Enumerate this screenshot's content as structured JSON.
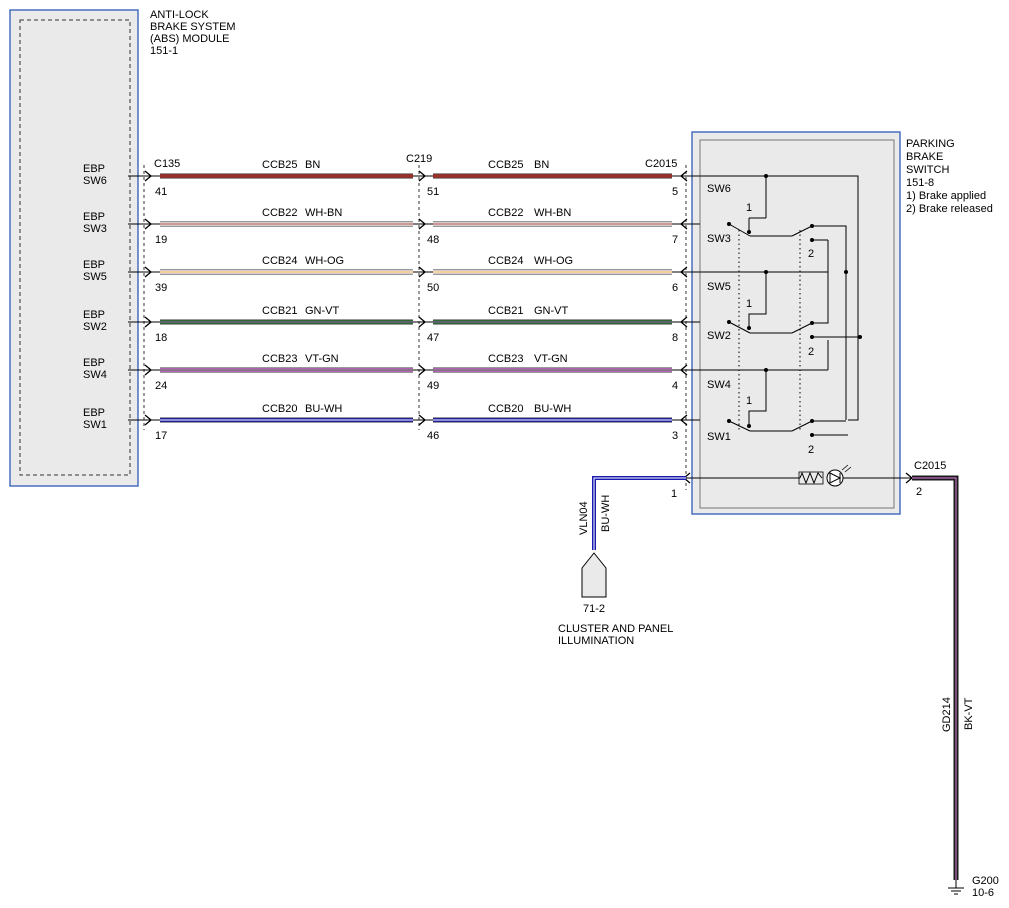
{
  "abs_module": {
    "title_lines": [
      "ANTI-LOCK",
      "BRAKE SYSTEM",
      "(ABS) MODULE",
      "151-1"
    ],
    "pins": [
      {
        "line1": "EBP",
        "line2": "SW6"
      },
      {
        "line1": "EBP",
        "line2": "SW3"
      },
      {
        "line1": "EBP",
        "line2": "SW5"
      },
      {
        "line1": "EBP",
        "line2": "SW2"
      },
      {
        "line1": "EBP",
        "line2": "SW4"
      },
      {
        "line1": "EBP",
        "line2": "SW1"
      }
    ]
  },
  "connectors": {
    "left": "C135",
    "middle": "C219",
    "right": "C2015",
    "ground_side": "C2015"
  },
  "circuits": [
    {
      "circuit": "CCB25",
      "color_code": "BN",
      "pin_left": "41",
      "pin_mid": "51",
      "pin_right": "5",
      "stroke": "#a0302a",
      "stripe": "#a0302a"
    },
    {
      "circuit": "CCB22",
      "color_code": "WH-BN",
      "pin_left": "19",
      "pin_mid": "48",
      "pin_right": "7",
      "stroke": "#ffffff",
      "stripe": "#a0302a"
    },
    {
      "circuit": "CCB24",
      "color_code": "WH-OG",
      "pin_left": "39",
      "pin_mid": "50",
      "pin_right": "6",
      "stroke": "#ffffff",
      "stripe": "#f0a040"
    },
    {
      "circuit": "CCB21",
      "color_code": "GN-VT",
      "pin_left": "18",
      "pin_mid": "47",
      "pin_right": "8",
      "stroke": "#2e7d32",
      "stripe": "#8e44ad"
    },
    {
      "circuit": "CCB23",
      "color_code": "VT-GN",
      "pin_left": "24",
      "pin_mid": "49",
      "pin_right": "4",
      "stroke": "#e070e0",
      "stripe": "#2e7d32"
    },
    {
      "circuit": "CCB20",
      "color_code": "BU-WH",
      "pin_left": "17",
      "pin_mid": "46",
      "pin_right": "3",
      "stroke": "#1a1ab0",
      "stripe": "#ffffff"
    }
  ],
  "switch": {
    "title_lines": [
      "PARKING",
      "BRAKE",
      "SWITCH",
      "151-8",
      "1) Brake applied",
      "2) Brake released"
    ],
    "switch_labels": [
      "SW6",
      "SW3",
      "SW5",
      "SW2",
      "SW4",
      "SW1"
    ],
    "position_labels": [
      "1",
      "2"
    ],
    "lamp_pin": "1",
    "ground_pin": "2"
  },
  "illumination": {
    "circuit": "VLN04",
    "color_code": "BU-WH",
    "ref": "71-2",
    "label_lines": [
      "CLUSTER AND PANEL",
      "ILLUMINATION"
    ]
  },
  "ground": {
    "circuit": "GD214",
    "color_code": "BK-VT",
    "ref_lines": [
      "G200",
      "10-6"
    ]
  },
  "colors": {
    "module_border": "#4a6fc0",
    "module_fill": "#eaeaea",
    "wire_blue": "#1a1ab0",
    "wire_black": "#1a1a1a",
    "stripe_violet": "#c070c0"
  }
}
